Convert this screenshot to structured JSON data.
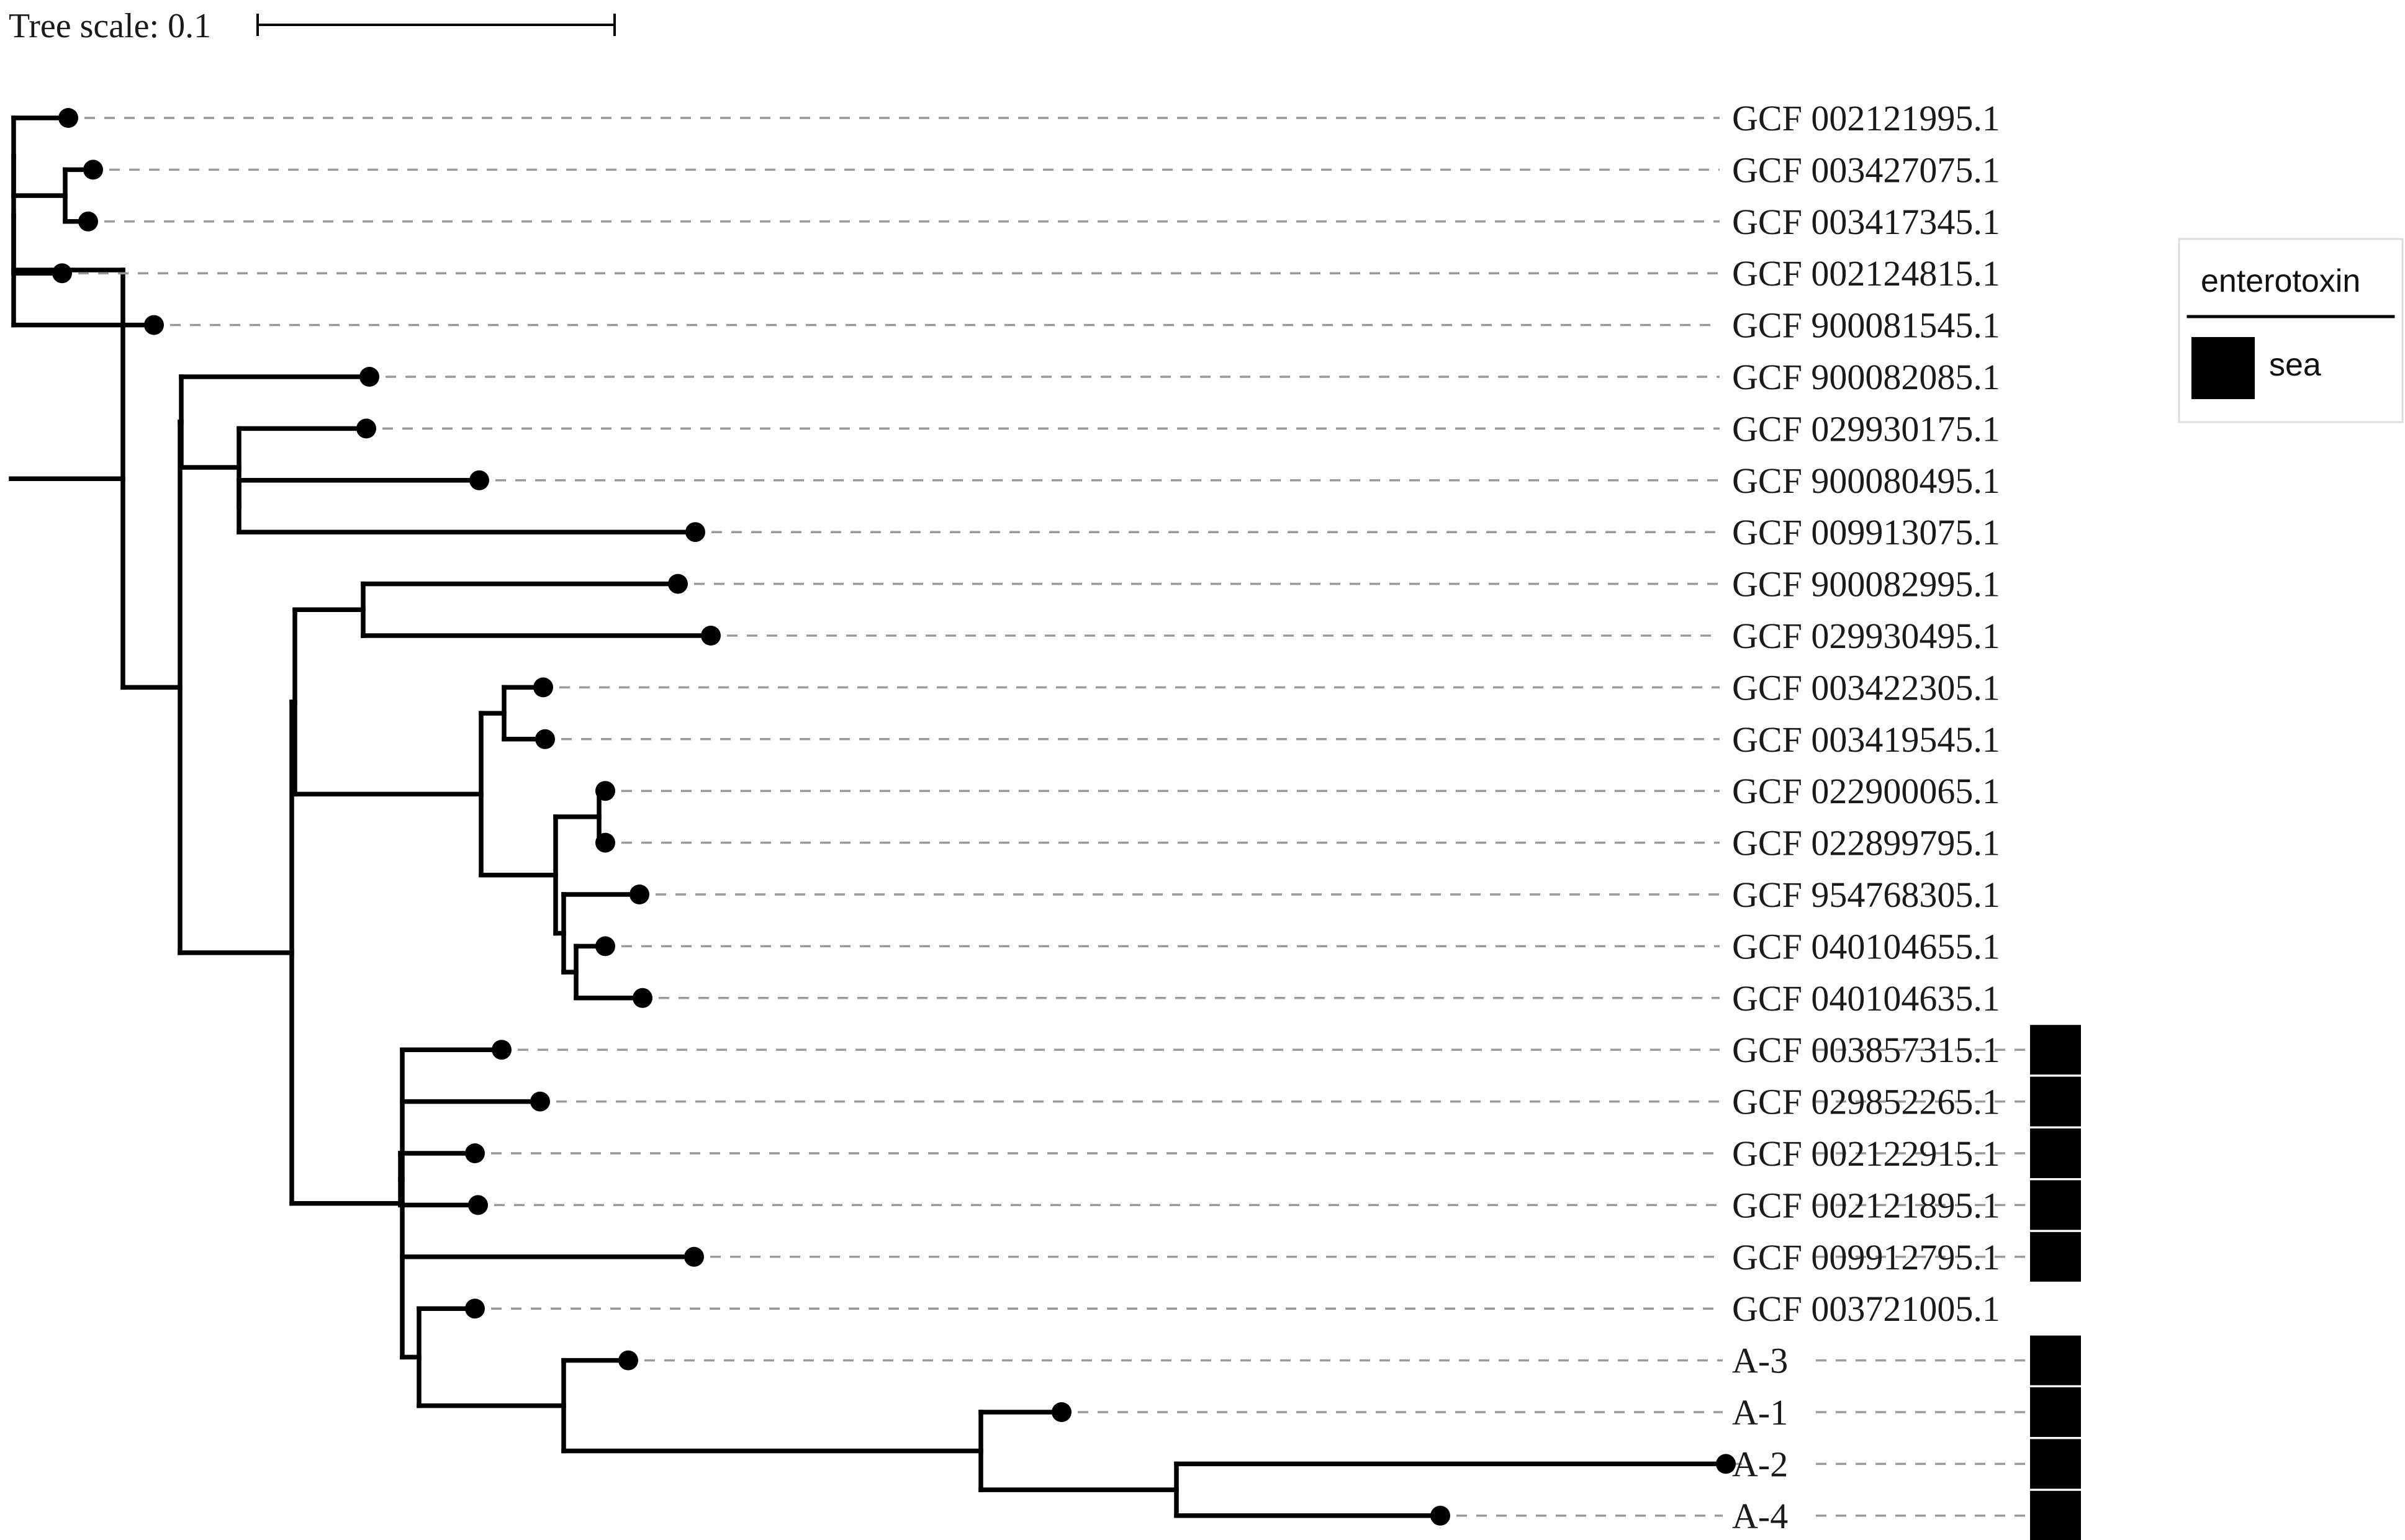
{
  "tree_scale": {
    "label": "Tree scale: 0.1"
  },
  "legend": {
    "title": "enterotoxin",
    "items": [
      {
        "label": "sea",
        "color": "#000000"
      }
    ]
  },
  "leaves": [
    {
      "label": "GCF 002121995.1",
      "sea": false
    },
    {
      "label": "GCF 003427075.1",
      "sea": false
    },
    {
      "label": "GCF 003417345.1",
      "sea": false
    },
    {
      "label": "GCF 002124815.1",
      "sea": false
    },
    {
      "label": "GCF 900081545.1",
      "sea": false
    },
    {
      "label": "GCF 900082085.1",
      "sea": false
    },
    {
      "label": "GCF 029930175.1",
      "sea": false
    },
    {
      "label": "GCF 900080495.1",
      "sea": false
    },
    {
      "label": "GCF 009913075.1",
      "sea": false
    },
    {
      "label": "GCF 900082995.1",
      "sea": false
    },
    {
      "label": "GCF 029930495.1",
      "sea": false
    },
    {
      "label": "GCF 003422305.1",
      "sea": false
    },
    {
      "label": "GCF 003419545.1",
      "sea": false
    },
    {
      "label": "GCF 022900065.1",
      "sea": false
    },
    {
      "label": "GCF 022899795.1",
      "sea": false
    },
    {
      "label": "GCF 954768305.1",
      "sea": false
    },
    {
      "label": "GCF 040104655.1",
      "sea": false
    },
    {
      "label": "GCF 040104635.1",
      "sea": false
    },
    {
      "label": "GCF 003857315.1",
      "sea": true
    },
    {
      "label": "GCF 029852265.1",
      "sea": true
    },
    {
      "label": "GCF 002122915.1",
      "sea": true
    },
    {
      "label": "GCF 002121895.1",
      "sea": true
    },
    {
      "label": "GCF 009912795.1",
      "sea": true
    },
    {
      "label": "GCF 003721005.1",
      "sea": false
    },
    {
      "label": "A-3",
      "sea": true
    },
    {
      "label": "A-1",
      "sea": true
    },
    {
      "label": "A-2",
      "sea": true
    },
    {
      "label": "A-4",
      "sea": true
    }
  ]
}
